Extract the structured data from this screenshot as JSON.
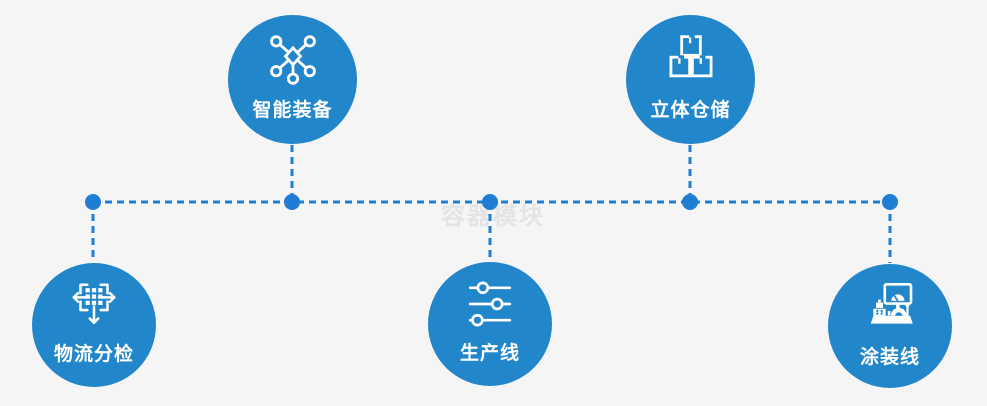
{
  "watermark": "容器模块",
  "colors": {
    "bg": "#f5f5f6",
    "node-blue": "#2286cb",
    "line-blue": "#1f7ed3",
    "watermark-gray": "#e4e4e7"
  },
  "nodes": [
    {
      "id": "smart-equipment",
      "label": "智能装备",
      "icon": "network-nodes-icon",
      "position": "top-left"
    },
    {
      "id": "stereo-warehouse",
      "label": "立体仓储",
      "icon": "stacked-boxes-icon",
      "position": "top-right"
    },
    {
      "id": "logistics-sorting",
      "label": "物流分检",
      "icon": "sort-distribute-icon",
      "position": "bottom-left"
    },
    {
      "id": "production-line",
      "label": "生产线",
      "icon": "sliders-icon",
      "position": "bottom-center"
    },
    {
      "id": "painting-line",
      "label": "涂装线",
      "icon": "control-station-icon",
      "position": "bottom-right"
    }
  ]
}
